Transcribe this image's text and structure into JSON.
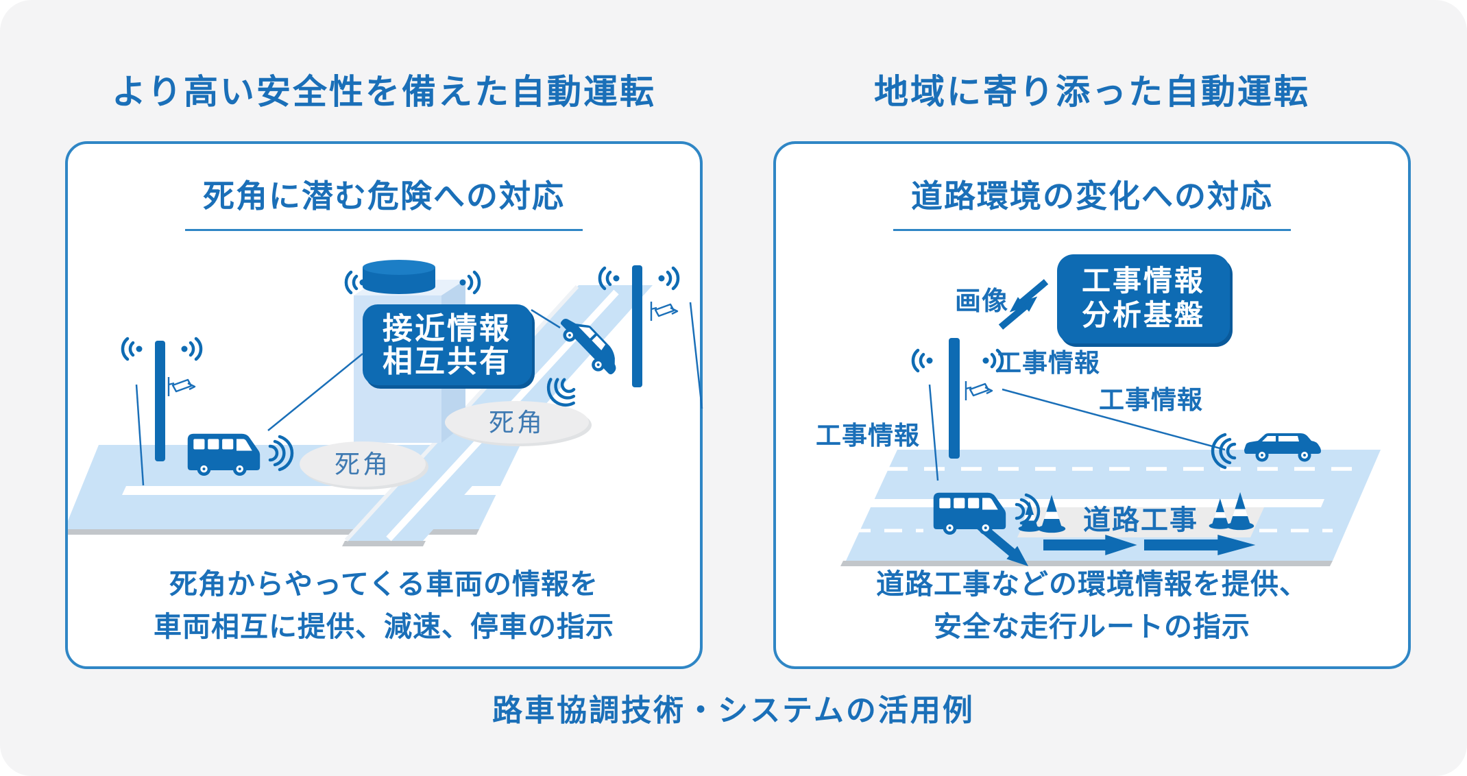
{
  "caption": "路車協調技術・システムの活用例",
  "colors": {
    "primary_blue": "#0e6bb3",
    "text_blue": "#1a6fb8",
    "panel_border_blue": "#2f86c5",
    "road_light_blue": "#c9e2f7",
    "building_face_blue": "#cfe3f7",
    "blind_spot_gray": "#ededee",
    "work_zone_gray": "#ececec",
    "background_gray": "#f4f4f5"
  },
  "left_panel": {
    "section_title": "より高い安全性を備えた自動運転",
    "heading": "死角に潜む危険への対応",
    "diagram": {
      "info_box_line1": "接近情報",
      "info_box_line2": "相互共有",
      "blind_spot_near_bus": "死角",
      "blind_spot_near_car": "死角"
    },
    "description_line1": "死角からやってくる車両の情報を",
    "description_line2": "車両相互に提供、減速、停車の指示"
  },
  "right_panel": {
    "section_title": "地域に寄り添った自動運転",
    "heading": "道路環境の変化への対応",
    "diagram": {
      "analysis_box_line1": "工事情報",
      "analysis_box_line2": "分析基盤",
      "image_label": "画像",
      "info_label_pole": "工事情報",
      "info_label_roadside": "工事情報",
      "info_label_to_car": "工事情報",
      "roadwork_label": "道路工事"
    },
    "description_line1": "道路工事などの環境情報を提供、",
    "description_line2": "安全な走行ルートの指示"
  }
}
